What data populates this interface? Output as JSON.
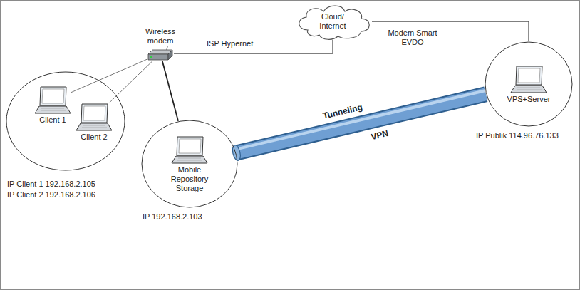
{
  "diagram": {
    "nodes": [
      {
        "text": [
          "Cloud/ Internet"
        ]
      },
      {
        "text": [
          "Wireless modem"
        ]
      },
      {
        "text": [
          "IP Client 1 192.168.2.105",
          "IP Client 2 192.168.2.106"
        ]
      },
      {
        "text": [
          "Client 1"
        ],
        "in": 2
      },
      {
        "text": [
          "Client 2"
        ],
        "in": 2
      },
      {
        "text": [
          "Mobile Repository Storage",
          "IP 192.168.2.103"
        ]
      },
      {
        "text": [
          "VPS+Server",
          "IP Publik 114.96.76.133"
        ]
      }
    ],
    "edges": [
      {
        "from": 1,
        "to": 0,
        "arrow": "none",
        "label": "ISP Hypernet"
      },
      {
        "from": 0,
        "to": 6,
        "arrow": "none",
        "label": "Modem Smart EVDO"
      },
      {
        "from": 1,
        "to": 3,
        "arrow": "none"
      },
      {
        "from": 1,
        "to": 4,
        "arrow": "none"
      },
      {
        "from": 1,
        "to": 5,
        "arrow": "none"
      },
      {
        "from": 5,
        "to": 6,
        "arrow": "none",
        "label": "VPN"
      }
    ],
    "labels": [
      "Tunneling"
    ]
  }
}
